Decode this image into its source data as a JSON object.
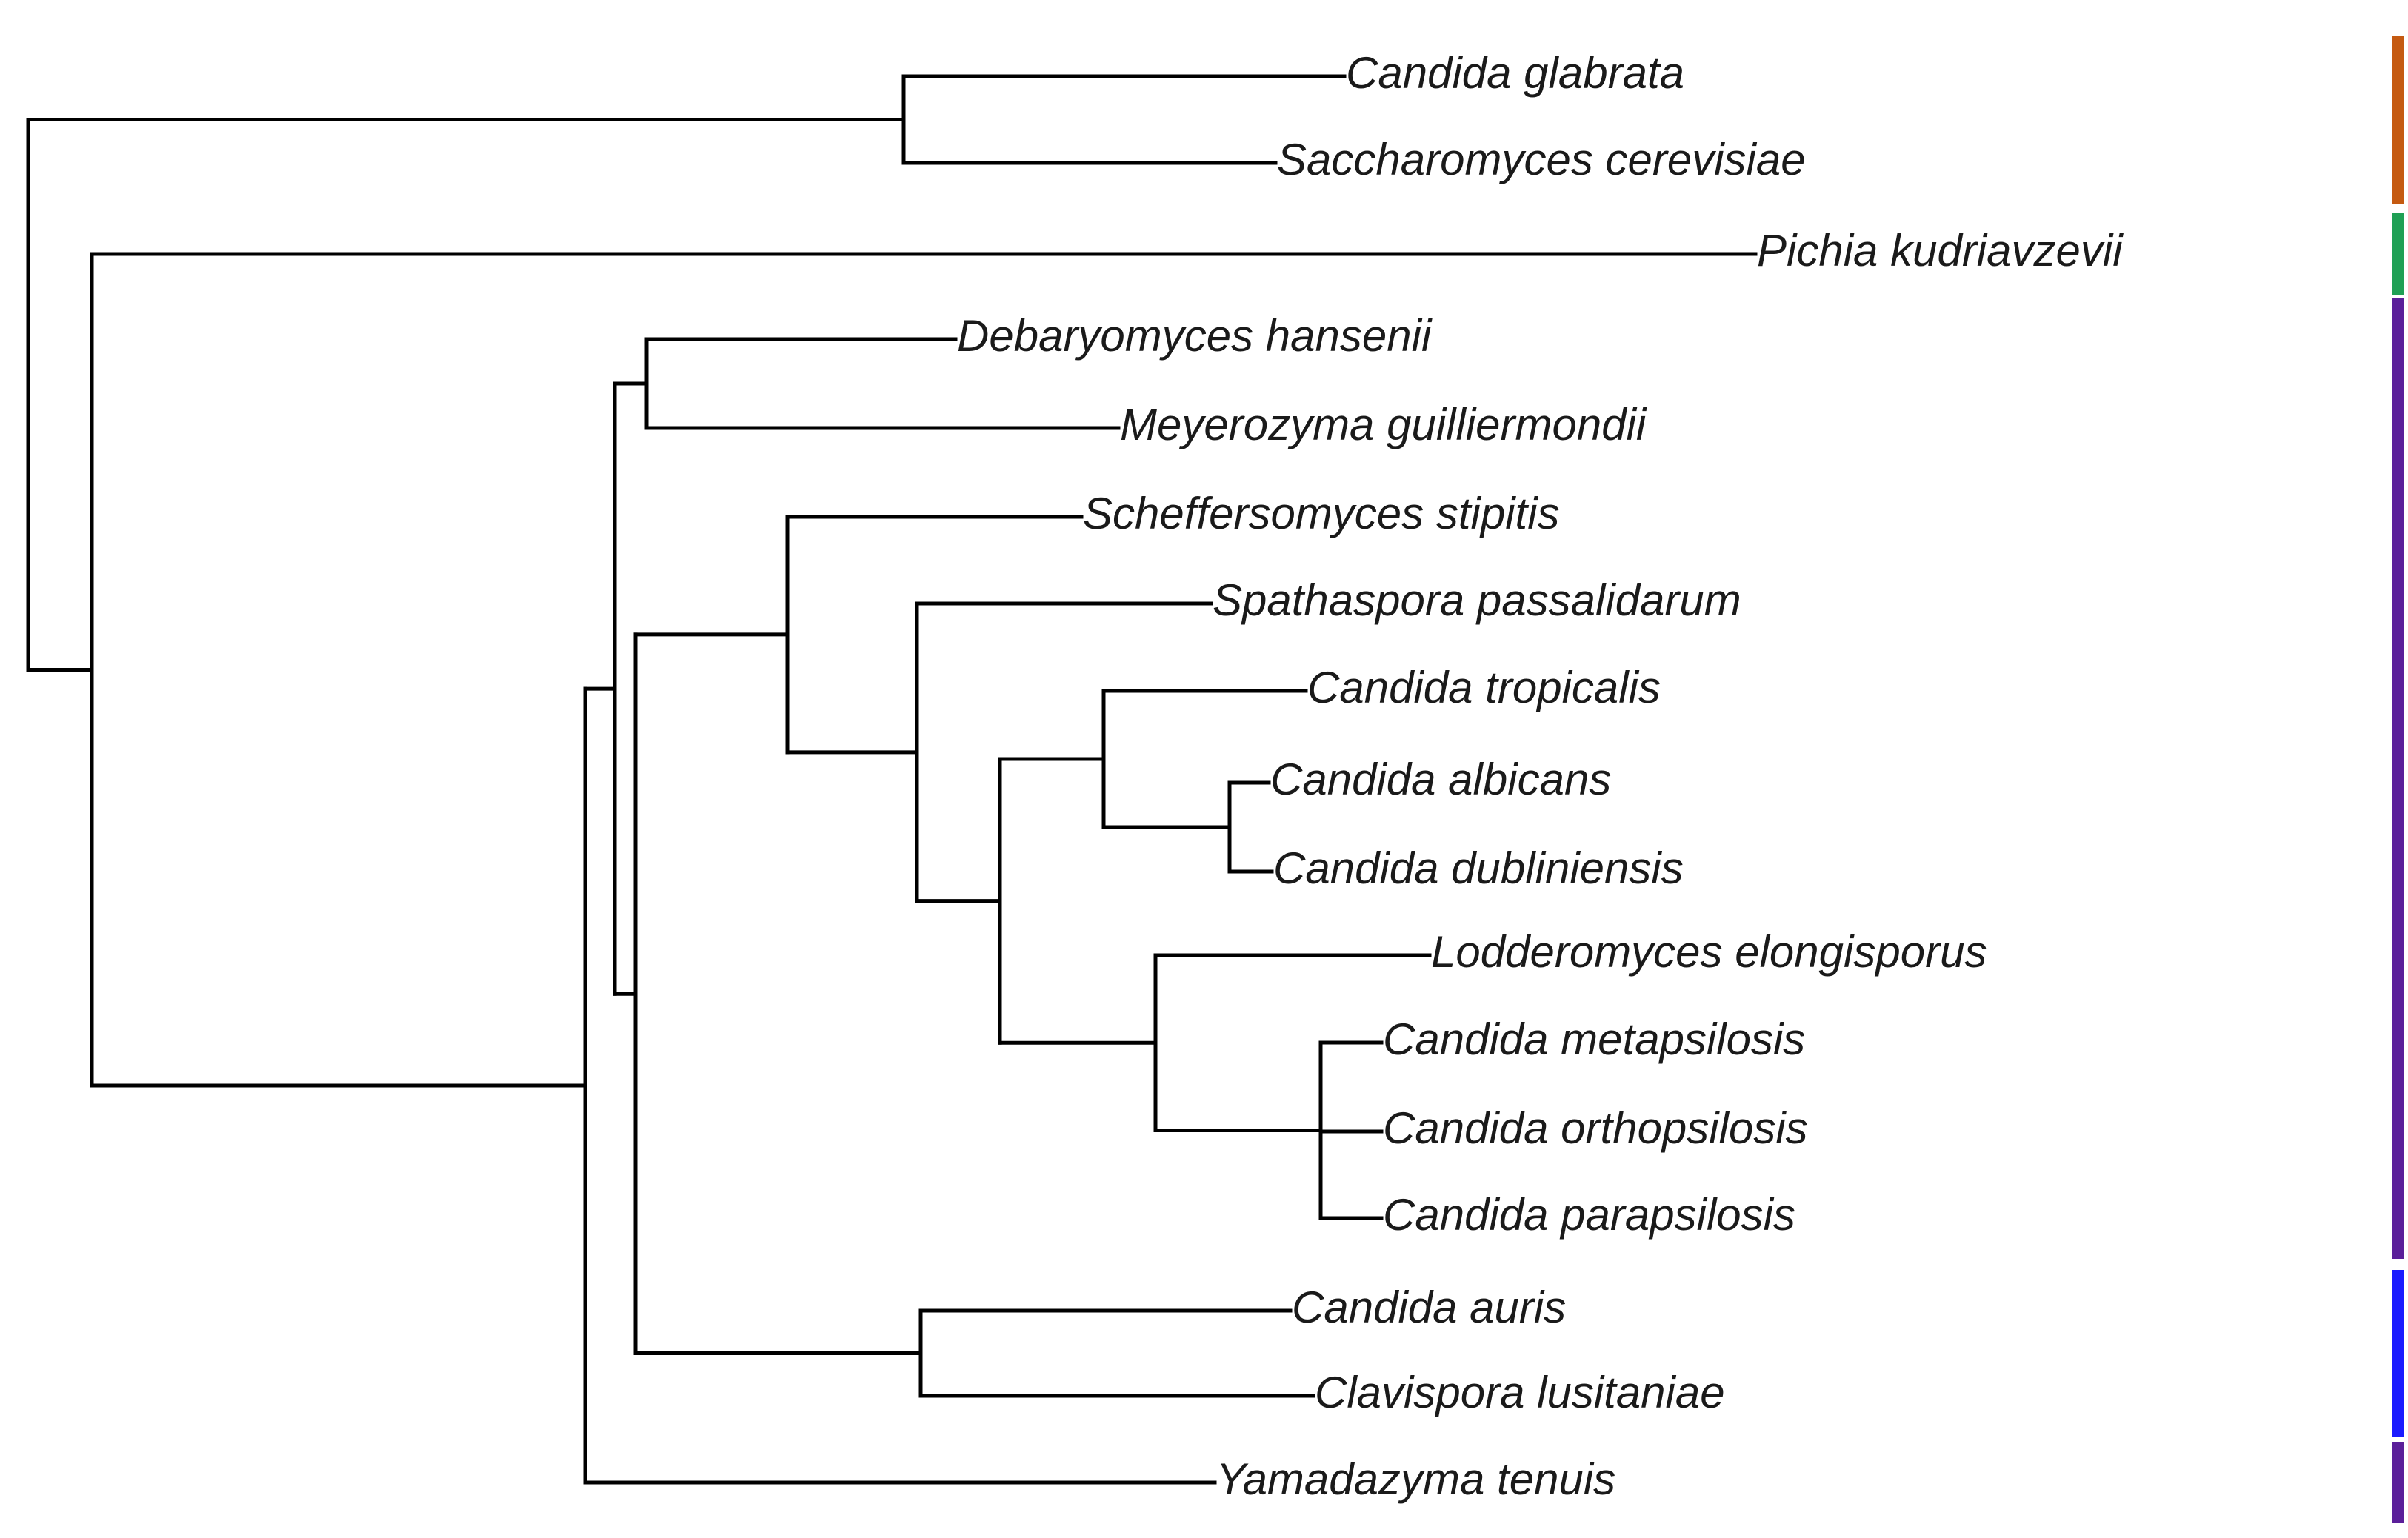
{
  "tree": {
    "leaves": [
      {
        "id": "cgla",
        "label": "Candida glabrata"
      },
      {
        "id": "scer",
        "label": "Saccharomyces cerevisiae"
      },
      {
        "id": "pkud",
        "label": "Pichia kudriavzevii"
      },
      {
        "id": "dhan",
        "label": "Debaryomyces hansenii"
      },
      {
        "id": "mgui",
        "label": "Meyerozyma guilliermondii"
      },
      {
        "id": "ssti",
        "label": "Scheffersomyces stipitis"
      },
      {
        "id": "spas",
        "label": "Spathaspora passalidarum"
      },
      {
        "id": "ctro",
        "label": "Candida tropicalis"
      },
      {
        "id": "calb",
        "label": "Candida albicans"
      },
      {
        "id": "cdub",
        "label": "Candida dubliniensis"
      },
      {
        "id": "lelo",
        "label": "Lodderomyces elongisporus"
      },
      {
        "id": "cmet",
        "label": "Candida metapsilosis"
      },
      {
        "id": "cort",
        "label": "Candida orthopsilosis"
      },
      {
        "id": "cpar",
        "label": "Candida parapsilosis"
      },
      {
        "id": "caur",
        "label": "Candida auris"
      },
      {
        "id": "clus",
        "label": "Clavispora lusitaniae"
      },
      {
        "id": "yten",
        "label": "Yamadazyma tenuis"
      }
    ],
    "topology": [
      [
        [
          "cgla",
          "scer"
        ],
        [
          "pkud",
          [
            [
              [
                "dhan",
                "mgui"
              ],
              [
                [
                  [
                    "ssti",
                    [
                      "spas",
                      [
                        [
                          "ctro",
                          [
                            "calb",
                            "cdub"
                          ]
                        ],
                        [
                          "lelo",
                          [
                            "cmet",
                            "cort",
                            "cpar"
                          ]
                        ]
                      ]
                    ]
                  ],
                  [
                    "caur",
                    "clus"
                  ]
                ]
              ]
            ],
            "yten"
          ]
        ]
      ]
    ]
  },
  "clade_bars": [
    {
      "color": "#c55a11",
      "from_leaf": "cgla",
      "to_leaf": "scer"
    },
    {
      "color": "#1fa055",
      "from_leaf": "pkud",
      "to_leaf": "pkud"
    },
    {
      "color": "#5b1f9a",
      "from_leaf": "dhan",
      "to_leaf": "cpar"
    },
    {
      "color": "#1a1aff",
      "from_leaf": "caur",
      "to_leaf": "clus"
    },
    {
      "color": "#5b1f9a",
      "from_leaf": "yten",
      "to_leaf": "yten"
    }
  ]
}
